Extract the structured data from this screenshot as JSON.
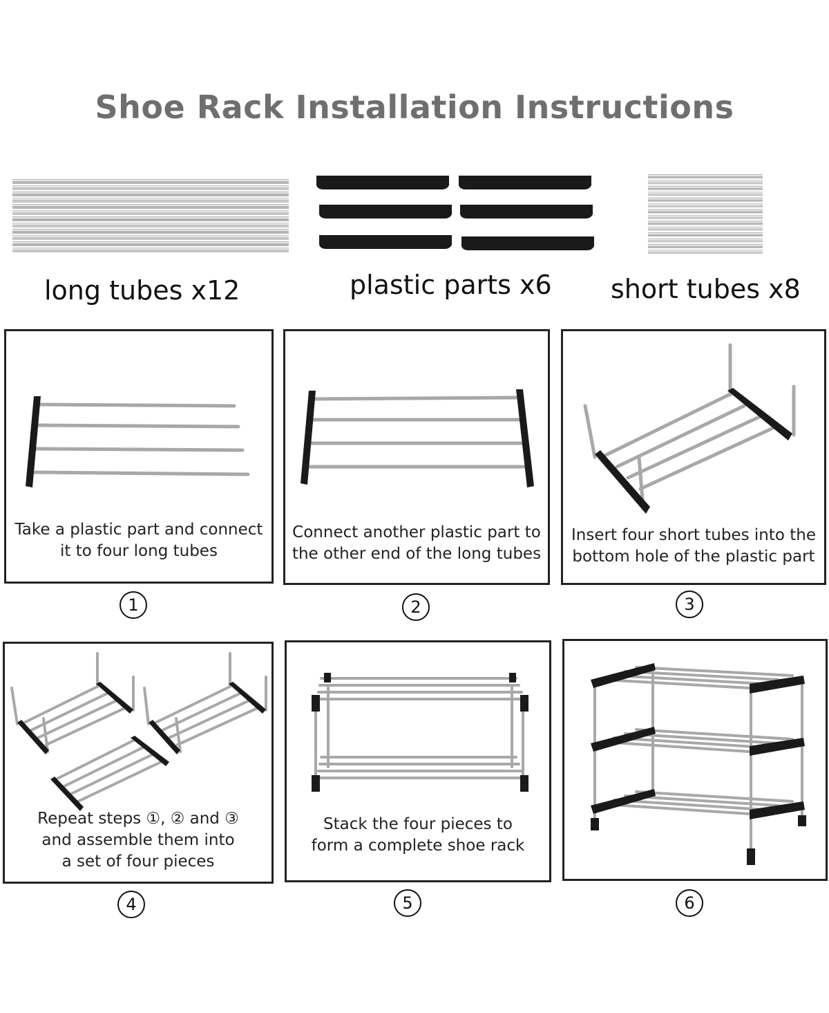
{
  "title": "Shoe Rack Installation Instructions",
  "parts": [
    {
      "label": "long tubes x12",
      "icon": "long-tubes-icon"
    },
    {
      "label": "plastic parts x6",
      "icon": "plastic-parts-icon"
    },
    {
      "label": "short tubes x8",
      "icon": "short-tubes-icon"
    }
  ],
  "steps": [
    {
      "number": "1",
      "line1": "Take a plastic part and connect",
      "line2": "it to four long tubes",
      "line3": ""
    },
    {
      "number": "2",
      "line1": "Connect another plastic part to",
      "line2": "the other end of the long tubes",
      "line3": ""
    },
    {
      "number": "3",
      "line1": "Insert four short tubes into the",
      "line2": "bottom hole of the plastic part",
      "line3": ""
    },
    {
      "number": "4",
      "line1": "Repeat steps ①, ② and ③",
      "line2": "and assemble them into",
      "line3": "a set of four pieces"
    },
    {
      "number": "5",
      "line1": "Stack the four pieces to",
      "line2": "form a complete shoe rack",
      "line3": ""
    },
    {
      "number": "6",
      "line1": "",
      "line2": "",
      "line3": ""
    }
  ],
  "colors": {
    "title": "#6f6f6f",
    "tube": "#b9b9b9",
    "plastic": "#1a1a1a",
    "border": "#222222"
  }
}
